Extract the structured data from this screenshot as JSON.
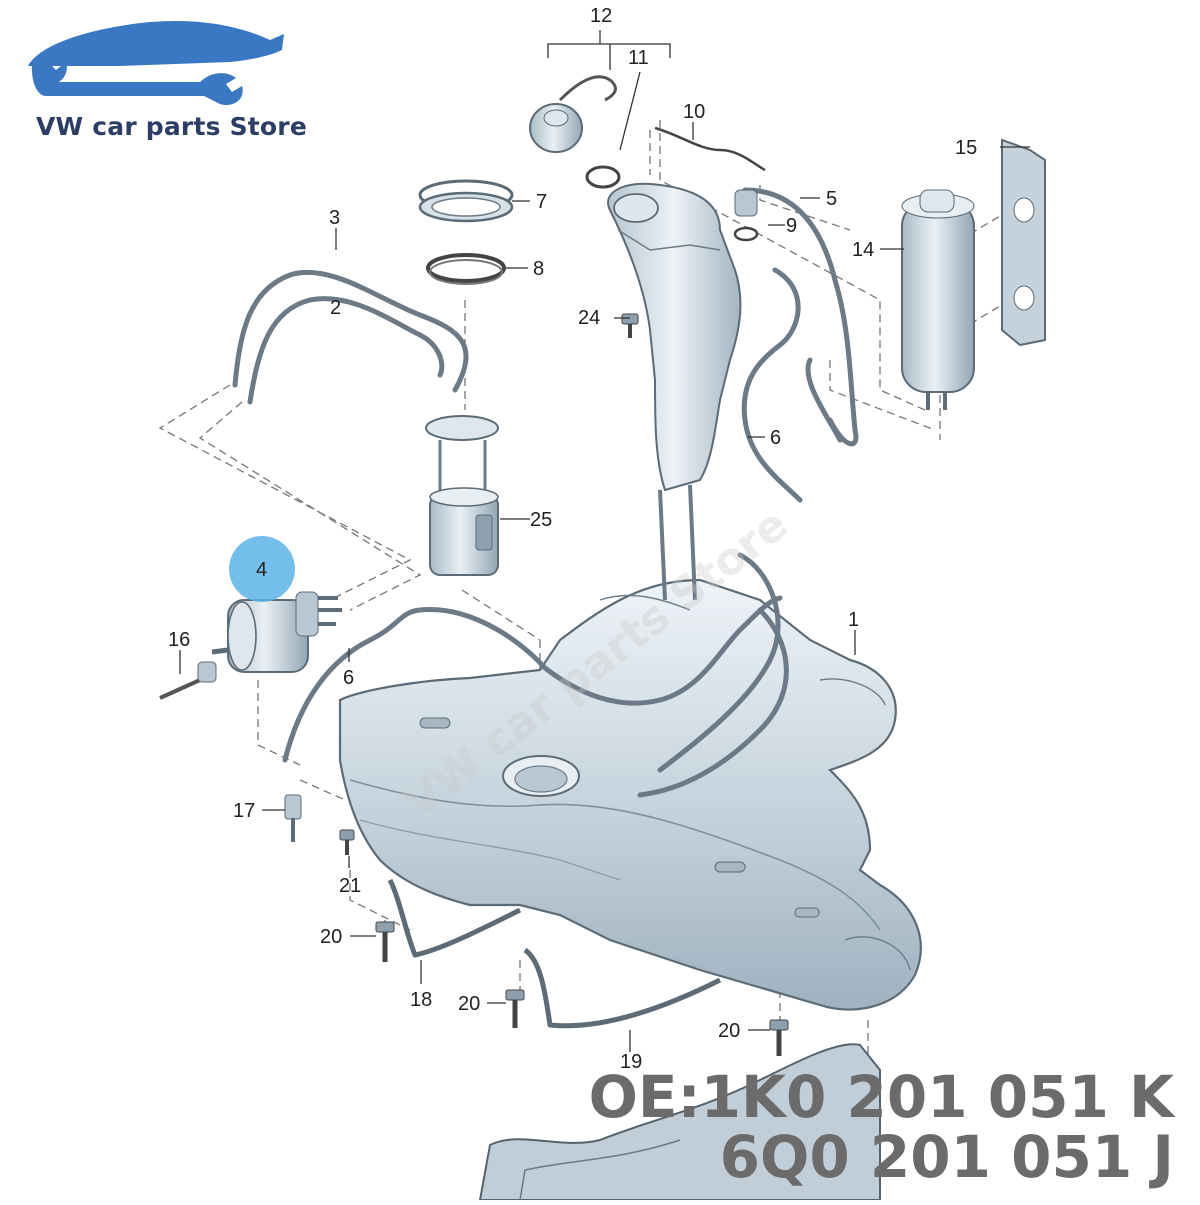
{
  "store": {
    "name": "VW car parts Store",
    "logo_color": "#3a78c4",
    "watermark": "VW car parts Store"
  },
  "oe_numbers": {
    "line1": "OE:1K0 201 051 K",
    "line2": "6Q0 201 051 J"
  },
  "highlight": {
    "label": "4",
    "color": "#5cb3e8"
  },
  "callouts": [
    {
      "id": "12",
      "text": "12"
    },
    {
      "id": "11",
      "text": "11"
    },
    {
      "id": "10",
      "text": "10"
    },
    {
      "id": "15",
      "text": "15"
    },
    {
      "id": "7",
      "text": "7"
    },
    {
      "id": "5",
      "text": "5"
    },
    {
      "id": "9",
      "text": "9"
    },
    {
      "id": "3",
      "text": "3"
    },
    {
      "id": "8",
      "text": "8"
    },
    {
      "id": "14",
      "text": "14"
    },
    {
      "id": "2",
      "text": "2"
    },
    {
      "id": "24",
      "text": "24"
    },
    {
      "id": "6a",
      "text": "6"
    },
    {
      "id": "25",
      "text": "25"
    },
    {
      "id": "1",
      "text": "1"
    },
    {
      "id": "16",
      "text": "16"
    },
    {
      "id": "6b",
      "text": "6"
    },
    {
      "id": "17",
      "text": "17"
    },
    {
      "id": "21",
      "text": "21"
    },
    {
      "id": "20a",
      "text": "20"
    },
    {
      "id": "18",
      "text": "18"
    },
    {
      "id": "20b",
      "text": "20"
    },
    {
      "id": "20c",
      "text": "20"
    },
    {
      "id": "19",
      "text": "19"
    }
  ]
}
